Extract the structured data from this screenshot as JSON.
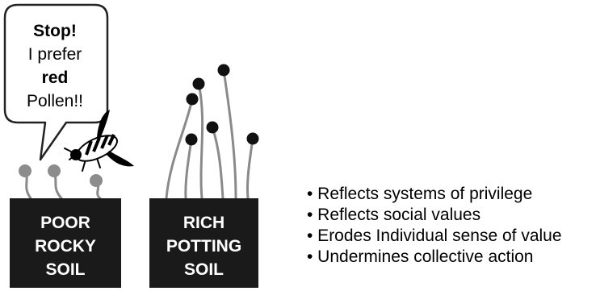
{
  "speech_bubble": {
    "line1": "Stop!",
    "line2": "I prefer",
    "line3": "red",
    "line4": "Pollen!!"
  },
  "soil_boxes": [
    {
      "lines": [
        "POOR",
        "ROCKY",
        "SOIL"
      ]
    },
    {
      "lines": [
        "RICH",
        "POTTING",
        "SOIL"
      ]
    }
  ],
  "bullets": [
    "• Reflects systems of privilege",
    "• Reflects social values",
    "• Erodes Individual sense of value",
    "• Undermines collective action"
  ],
  "colors": {
    "soil": "#1a1a1a",
    "stem": "#8a8a8a",
    "poor_flower": "#8c8c8c",
    "rich_flower": "#111111",
    "bubble_border": "#222222"
  },
  "icons": [
    "speech-bubble",
    "bee-icon"
  ]
}
